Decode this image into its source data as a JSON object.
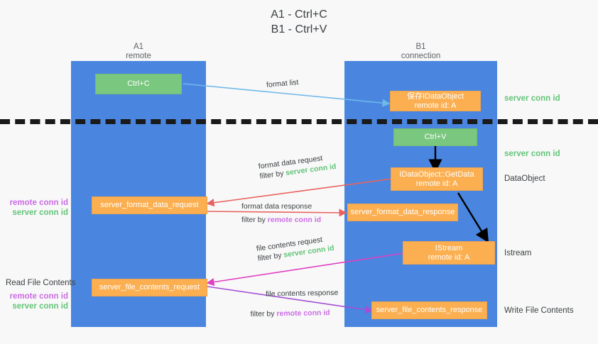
{
  "title": {
    "line1": "A1 - Ctrl+C",
    "line2": "B1 - Ctrl+V"
  },
  "columns": [
    {
      "name": "A1",
      "sub": "remote"
    },
    {
      "name": "B1",
      "sub": "connection"
    }
  ],
  "nodes": {
    "ctrl_c": "Ctrl+C",
    "ctrl_v": "Ctrl+V",
    "idataobject_title": "保存IDataObject",
    "idataobject_sub": "remote id: A",
    "getdata_title": "IDataObject::GetData",
    "getdata_sub": "remote id: A",
    "istream_title": "IStream",
    "istream_sub": "remote id: A",
    "server_format_data_request": "server_format_data_request",
    "server_format_data_response": "server_format_data_response",
    "server_file_contents_request": "server_file_contents_request",
    "server_file_contents_response": "server_file_contents_response"
  },
  "right_labels": {
    "server_conn_id_top": "server conn id",
    "server_conn_id_mid": "server conn id",
    "dataobject": "DataObject",
    "istream": "Istream",
    "write_file_contents": "Write File Contents"
  },
  "left_labels": {
    "remote_conn_id_1": "remote conn id",
    "server_conn_id_1": "server conn id",
    "read_file_contents": "Read File Contents",
    "remote_conn_id_2": "remote conn id",
    "server_conn_id_2": "server conn id"
  },
  "edges": {
    "format_list": "format list",
    "format_data_request": "format data request",
    "format_data_request_filter_prefix": "filter by ",
    "format_data_request_filter_value": "server conn id",
    "format_data_response": "format data response",
    "format_data_response_filter_prefix": "filter by ",
    "format_data_response_filter_value": "remote conn id",
    "file_contents_request": "file contents request",
    "file_contents_request_filter_prefix": "filter by ",
    "file_contents_request_filter_value": "server conn id",
    "file_contents_response": "file contents response",
    "file_contents_response_filter_prefix": "filter by ",
    "file_contents_response_filter_value": "remote conn id"
  },
  "colors": {
    "lane": "#4a86e0",
    "green_box": "#7ac77f",
    "orange_box": "#fbaf51",
    "green_text": "#63c478",
    "purple_text": "#cb6ce6",
    "blue_arrow": "#6fb8e8",
    "red_arrow": "#e8635f",
    "magenta_arrow": "#e040c0",
    "purple_arrow": "#a34fd4",
    "black_arrow": "#000000",
    "background": "#f8f8f8"
  }
}
